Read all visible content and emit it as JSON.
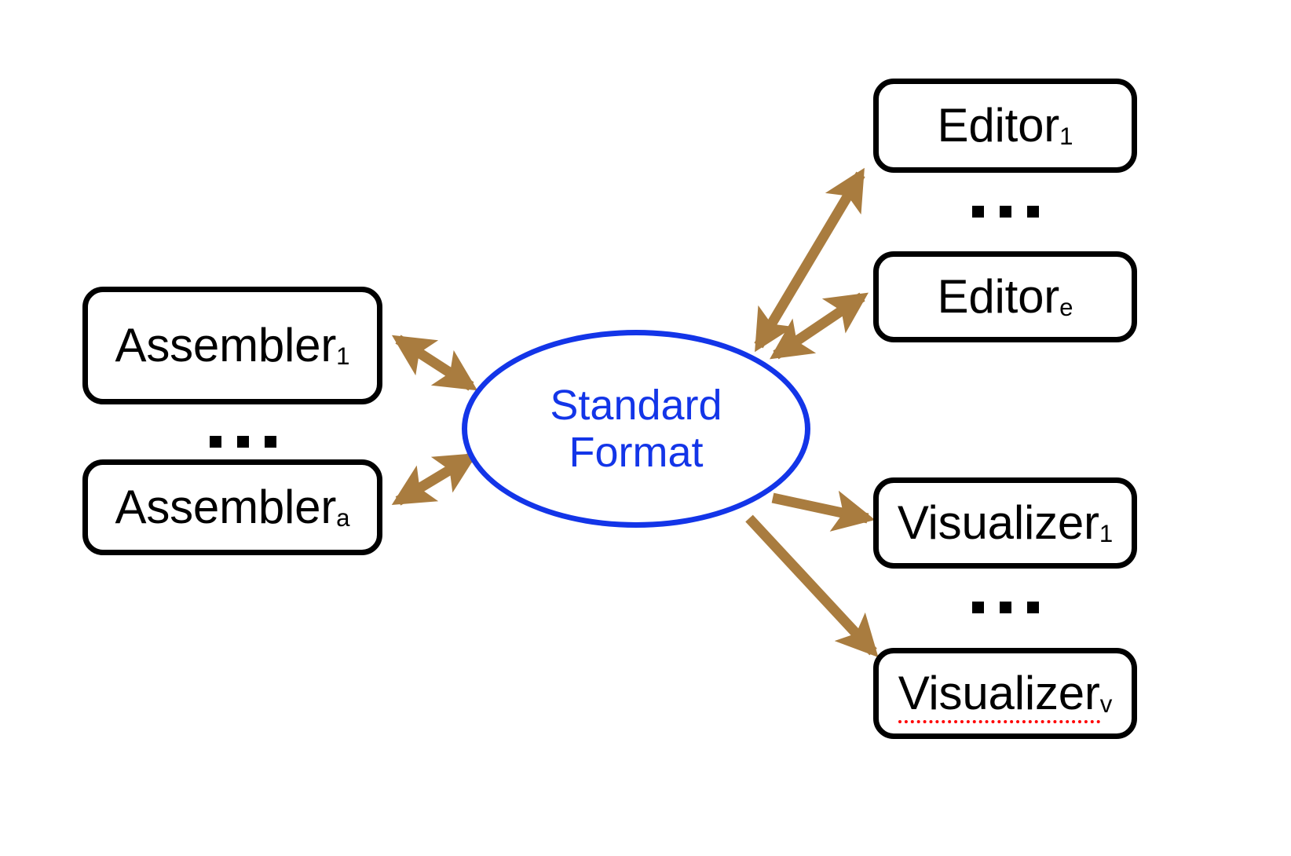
{
  "diagram": {
    "title": "Standard Format interchange diagram",
    "background_color": "#ffffff",
    "hub": {
      "line1": "Standard",
      "line2": "Format",
      "stroke_color": "#1335e8",
      "text_color": "#1335e8"
    },
    "arrow_color": "#a97c3f",
    "box_border_color": "#000000",
    "spellcheck_underline_color": "#ff0000",
    "groups": [
      {
        "name": "assemblers",
        "side": "left",
        "relation": "bidirectional",
        "nodes": [
          {
            "base": "Assembler",
            "sub": "1",
            "misspelled": false
          },
          {
            "base": "Assembler",
            "sub": "a",
            "misspelled": false
          }
        ],
        "ellipsis": "..."
      },
      {
        "name": "editors",
        "side": "right-top",
        "relation": "bidirectional",
        "nodes": [
          {
            "base": "Editor",
            "sub": "1",
            "misspelled": false
          },
          {
            "base": "Editor",
            "sub": "e",
            "misspelled": false
          }
        ],
        "ellipsis": "..."
      },
      {
        "name": "visualizers",
        "side": "right-bottom",
        "relation": "outgoing",
        "nodes": [
          {
            "base": "Visualizer",
            "sub": "1",
            "misspelled": false
          },
          {
            "base": "Visualizer",
            "sub": "v",
            "misspelled": true
          }
        ],
        "ellipsis": "..."
      }
    ]
  }
}
